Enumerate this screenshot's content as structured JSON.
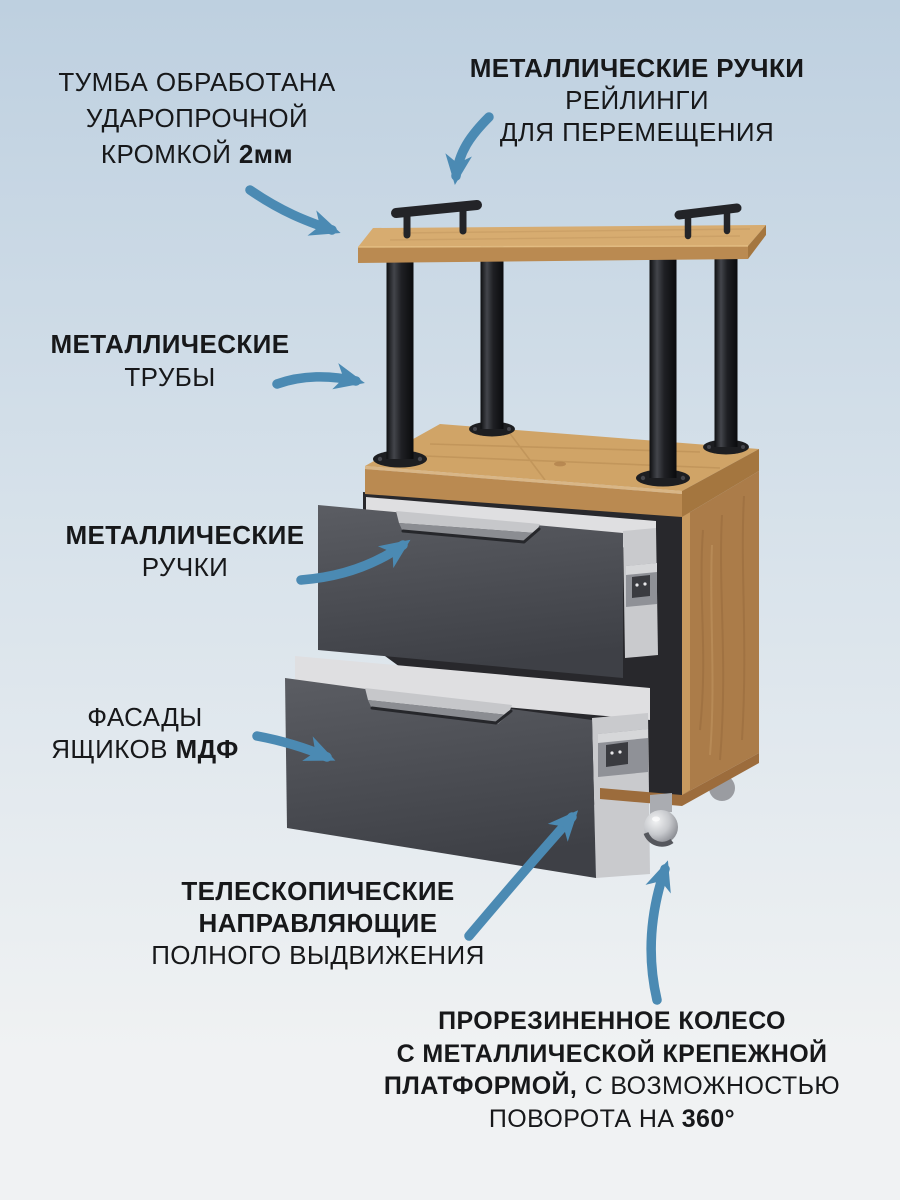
{
  "colors": {
    "background_top": "#bed0e0",
    "background_mid": "#d6e1ea",
    "background_bottom": "#f0f2f3",
    "ink": "#17181a",
    "arrow": "#4b8ab3",
    "oak_light": "#d0a467",
    "oak_top": "#d7ac70",
    "oak_front": "#ba8a51",
    "oak_side": "#ab7c49",
    "oak_edge": "#c89a5f",
    "oak_dark": "#9c6c3c",
    "tube": "#1d1e21",
    "drawer_front_light": "#5b5d63",
    "drawer_front_dark": "#3e4046",
    "drawer_box": "#dfdfe1",
    "drawer_box_side": "#c9cacd",
    "slide_metal": "#8f9197",
    "slide_dark": "#3a3b40",
    "interior": "#28282c",
    "wheel_light": "#f2f3f4",
    "wheel_dark": "#5f6167"
  },
  "annotations": [
    {
      "id": "edge",
      "lines": [
        {
          "parts": [
            {
              "text": "ТУМБА ОБРАБОТАНА",
              "bold": false
            }
          ]
        },
        {
          "parts": [
            {
              "text": "УДАРОПРОЧНОЙ",
              "bold": false
            }
          ]
        },
        {
          "parts": [
            {
              "text": "КРОМКОЙ ",
              "bold": false
            },
            {
              "text": "2мм",
              "bold": true
            }
          ]
        }
      ]
    },
    {
      "id": "rails",
      "lines": [
        {
          "parts": [
            {
              "text": "МЕТАЛЛИЧЕСКИЕ РУЧКИ",
              "bold": true
            }
          ]
        },
        {
          "parts": [
            {
              "text": "РЕЙЛИНГИ",
              "bold": false
            }
          ]
        },
        {
          "parts": [
            {
              "text": "ДЛЯ ПЕРЕМЕЩЕНИЯ",
              "bold": false
            }
          ]
        }
      ]
    },
    {
      "id": "tubes",
      "lines": [
        {
          "parts": [
            {
              "text": "МЕТАЛЛИЧЕСКИЕ",
              "bold": true
            }
          ]
        },
        {
          "parts": [
            {
              "text": "ТРУБЫ",
              "bold": false
            }
          ]
        }
      ]
    },
    {
      "id": "handles",
      "lines": [
        {
          "parts": [
            {
              "text": "МЕТАЛЛИЧЕСКИЕ",
              "bold": true
            }
          ]
        },
        {
          "parts": [
            {
              "text": "РУЧКИ",
              "bold": false
            }
          ]
        }
      ]
    },
    {
      "id": "fronts",
      "lines": [
        {
          "parts": [
            {
              "text": "ФАСАДЫ",
              "bold": false
            }
          ]
        },
        {
          "parts": [
            {
              "text": "ЯЩИКОВ ",
              "bold": false
            },
            {
              "text": "МДФ",
              "bold": true
            }
          ]
        }
      ]
    },
    {
      "id": "slides",
      "lines": [
        {
          "parts": [
            {
              "text": "ТЕЛЕСКОПИЧЕСКИЕ",
              "bold": true
            }
          ]
        },
        {
          "parts": [
            {
              "text": "НАПРАВЛЯЮЩИЕ",
              "bold": true
            }
          ]
        },
        {
          "parts": [
            {
              "text": "ПОЛНОГО ВЫДВИЖЕНИЯ",
              "bold": false
            }
          ]
        }
      ]
    },
    {
      "id": "wheel",
      "lines": [
        {
          "parts": [
            {
              "text": "ПРОРЕЗИНЕННОЕ КОЛЕСО",
              "bold": true
            }
          ]
        },
        {
          "parts": [
            {
              "text": "С МЕТАЛЛИЧЕСКОЙ КРЕПЕЖНОЙ",
              "bold": true
            }
          ]
        },
        {
          "parts": [
            {
              "text": "ПЛАТФОРМОЙ,",
              "bold": true
            },
            {
              "text": " С ВОЗМОЖНОСТЬЮ",
              "bold": false
            }
          ]
        },
        {
          "parts": [
            {
              "text": "ПОВОРОТА НА ",
              "bold": false
            },
            {
              "text": "360°",
              "bold": true
            }
          ]
        }
      ]
    }
  ]
}
